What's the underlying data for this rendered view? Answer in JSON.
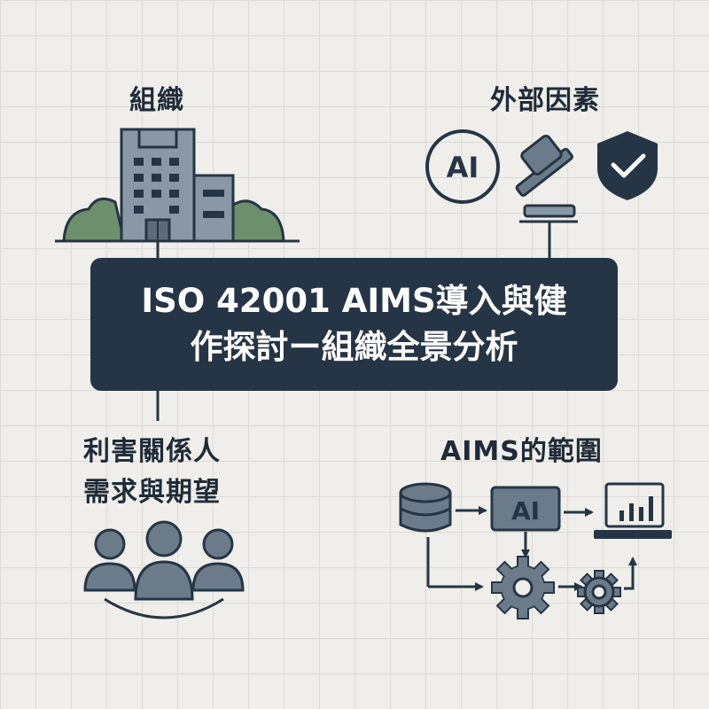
{
  "title": {
    "line1": "ISO 42001 AIMS導入與健",
    "line2": "作探討ー組織全景分析"
  },
  "quadrants": {
    "organization": {
      "label": "組織"
    },
    "external_factors": {
      "label": "外部因素",
      "ai_badge_text": "AI"
    },
    "stakeholders": {
      "label_line1": "利害關係人",
      "label_line2": "需求與期望"
    },
    "aims_scope": {
      "label": "AIMS的範圍",
      "ai_box_text": "AI"
    }
  },
  "icons": {
    "organization": [
      "building-icon",
      "bush-icon"
    ],
    "external_factors": [
      "ai-circle-icon",
      "gavel-icon",
      "shield-check-icon"
    ],
    "stakeholders": [
      "people-group-icon"
    ],
    "aims_scope": [
      "database-icon",
      "ai-chip-icon",
      "laptop-chart-icon",
      "gear-icon",
      "small-gear-icon",
      "arrow-icon"
    ]
  },
  "colors": {
    "background": "#efeeea",
    "grid": "#dcdbd6",
    "title_box": "#263545",
    "icon_dark": "#263545",
    "icon_gray": "#6c7b8a",
    "bush_green": "#6e8f6b"
  }
}
